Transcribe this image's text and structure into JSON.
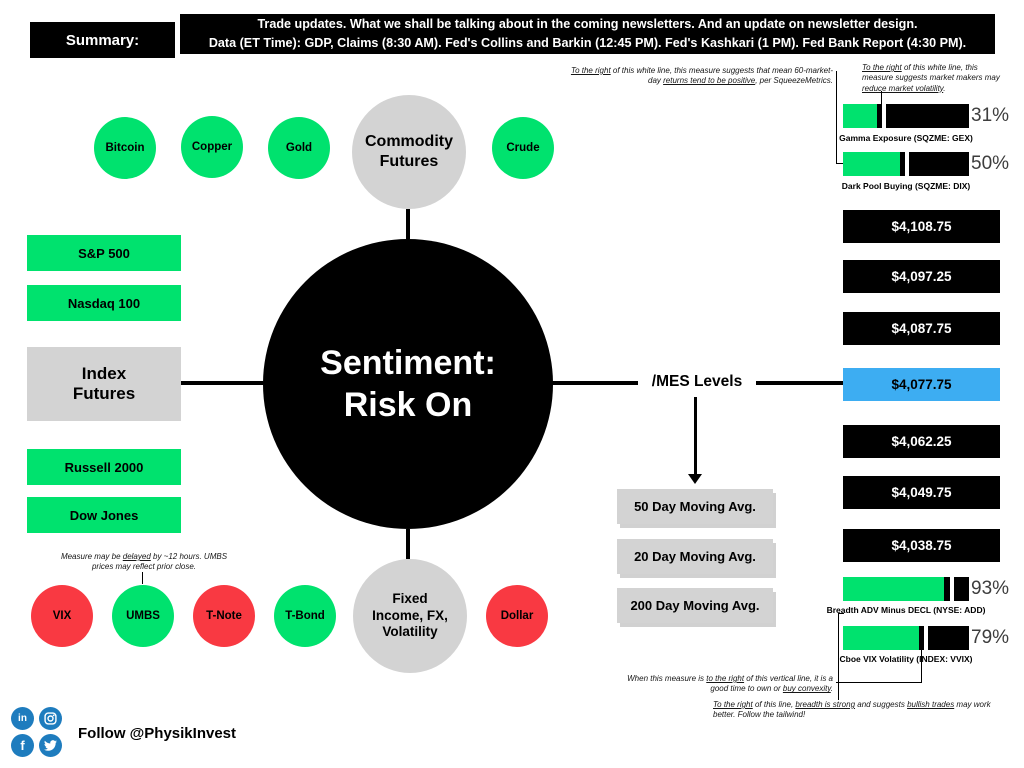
{
  "colors": {
    "green": "#00E26E",
    "red": "#F93942",
    "highlight_blue": "#3DADF2",
    "gray": "#D3D3D3",
    "social_blue": "#1E7CBE",
    "black": "#000000"
  },
  "banner": {
    "summary_label": "Summary:",
    "line1": "Trade updates. What we shall be talking about in the coming newsletters. And an update on newsletter design.",
    "line2": "Data (ET Time): GDP, Claims (8:30 AM). Fed's Collins and Barkin (12:45 PM). Fed's Kashkari (1 PM). Fed Bank Report (4:30 PM)."
  },
  "hub": {
    "line1": "Sentiment:",
    "line2": "Risk On"
  },
  "commodity": {
    "label_line1": "Commodity",
    "label_line2": "Futures",
    "items": [
      {
        "label": "Bitcoin",
        "color": "green"
      },
      {
        "label": "Copper",
        "color": "green"
      },
      {
        "label": "Gold",
        "color": "green"
      },
      {
        "label": "Crude",
        "color": "green"
      }
    ]
  },
  "index_futures": {
    "label_line1": "Index",
    "label_line2": "Futures",
    "items": [
      {
        "label": "S&P 500",
        "color": "green"
      },
      {
        "label": "Nasdaq 100",
        "color": "green"
      },
      {
        "label": "Russell 2000",
        "color": "green"
      },
      {
        "label": "Dow Jones",
        "color": "green"
      }
    ]
  },
  "fixed_income": {
    "label_line1": "Fixed",
    "label_line2": "Income, FX,",
    "label_line3": "Volatility",
    "items": [
      {
        "label": "VIX",
        "color": "red"
      },
      {
        "label": "UMBS",
        "color": "green"
      },
      {
        "label": "T-Note",
        "color": "red"
      },
      {
        "label": "T-Bond",
        "color": "green"
      },
      {
        "label": "Dollar",
        "color": "red"
      }
    ]
  },
  "mes": {
    "label": "/MES Levels",
    "moving_averages": [
      "50 Day Moving Avg.",
      "20 Day Moving Avg.",
      "200 Day Moving Avg."
    ],
    "levels": [
      {
        "price": "$4,108.75",
        "highlight": false
      },
      {
        "price": "$4,097.25",
        "highlight": false
      },
      {
        "price": "$4,087.75",
        "highlight": false
      },
      {
        "price": "$4,077.75",
        "highlight": true
      },
      {
        "price": "$4,062.25",
        "highlight": false
      },
      {
        "price": "$4,049.75",
        "highlight": false
      },
      {
        "price": "$4,038.75",
        "highlight": false
      }
    ]
  },
  "gauges": [
    {
      "name": "gex",
      "label": "Gamma Exposure (SQZME: GEX)",
      "value": "31%",
      "fill_pct": 27,
      "marker_pct": 31
    },
    {
      "name": "dix",
      "label": "Dark Pool Buying (SQZME: DIX)",
      "value": "50%",
      "fill_pct": 45,
      "marker_pct": 49
    },
    {
      "name": "add",
      "label": "Breadth ADV Minus DECL (NYSE: ADD)",
      "value": "93%",
      "fill_pct": 80,
      "marker_pct": 85
    },
    {
      "name": "vvix",
      "label": "Cboe VIX Volatility (INDEX: VVIX)",
      "value": "79%",
      "fill_pct": 60,
      "marker_pct": 64
    }
  ],
  "annotations": {
    "dix_note": {
      "segments": [
        {
          "t": "To the right",
          "u": true
        },
        {
          "t": " of this white line, this measure suggests that mean 60-market-day ",
          "u": false
        },
        {
          "t": "returns tend to be positive",
          "u": true
        },
        {
          "t": ", per SqueezeMetrics.",
          "u": false
        }
      ]
    },
    "gex_note": {
      "segments": [
        {
          "t": "To the right",
          "u": true
        },
        {
          "t": " of this white line, this measure suggests market makers may ",
          "u": false
        },
        {
          "t": "reduce market volatility",
          "u": true
        },
        {
          "t": ".",
          "u": false
        }
      ]
    },
    "umbs_note": {
      "segments": [
        {
          "t": "Measure may be ",
          "u": false
        },
        {
          "t": "delayed",
          "u": true
        },
        {
          "t": " by ~12 hours. UMBS prices may reflect prior close.",
          "u": false
        }
      ]
    },
    "vvix_note": {
      "segments": [
        {
          "t": "When this measure is ",
          "u": false
        },
        {
          "t": "to the right",
          "u": true
        },
        {
          "t": " of this vertical line, it is a good time to own or ",
          "u": false
        },
        {
          "t": "buy convexity",
          "u": true
        },
        {
          "t": ".",
          "u": false
        }
      ]
    },
    "add_note": {
      "segments": [
        {
          "t": "To the right",
          "u": true
        },
        {
          "t": " of this line, ",
          "u": false
        },
        {
          "t": "breadth is strong",
          "u": true
        },
        {
          "t": " and suggests ",
          "u": false
        },
        {
          "t": "bullish trades",
          "u": true
        },
        {
          "t": " may work better. Follow the tailwind!",
          "u": false
        }
      ]
    }
  },
  "footer": {
    "follow": "Follow @PhysikInvest",
    "social": [
      {
        "name": "linkedin",
        "glyph": "in"
      },
      {
        "name": "instagram",
        "glyph": ""
      },
      {
        "name": "facebook",
        "glyph": "f"
      },
      {
        "name": "twitter",
        "glyph": ""
      }
    ]
  }
}
